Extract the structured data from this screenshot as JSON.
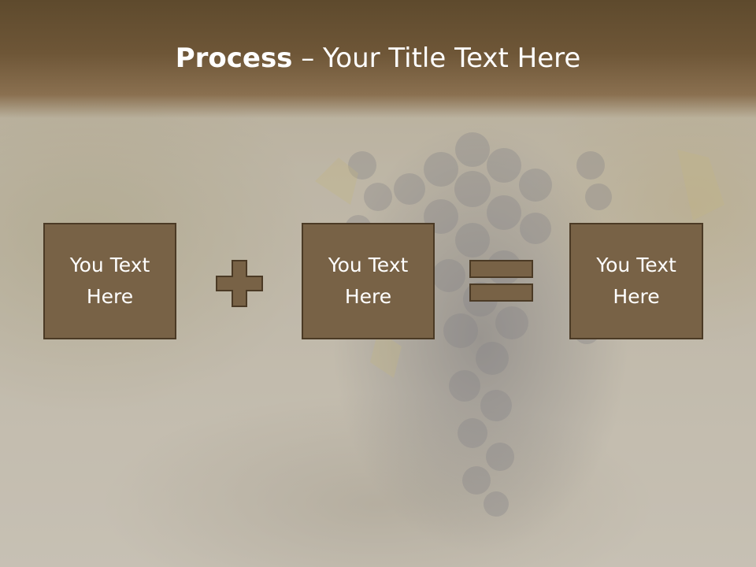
{
  "slide": {
    "title_bold": "Process",
    "title_rest": " – Your Title Text Here",
    "boxes": [
      {
        "text": "You Text Here"
      },
      {
        "text": "You Text Here"
      },
      {
        "text": "You Text Here"
      }
    ],
    "operators": [
      "plus-icon",
      "equals-icon"
    ],
    "colors": {
      "title_band": "#6e5637",
      "box_fill": "#786246",
      "box_border": "#4b3a25",
      "text": "#ffffff"
    }
  }
}
